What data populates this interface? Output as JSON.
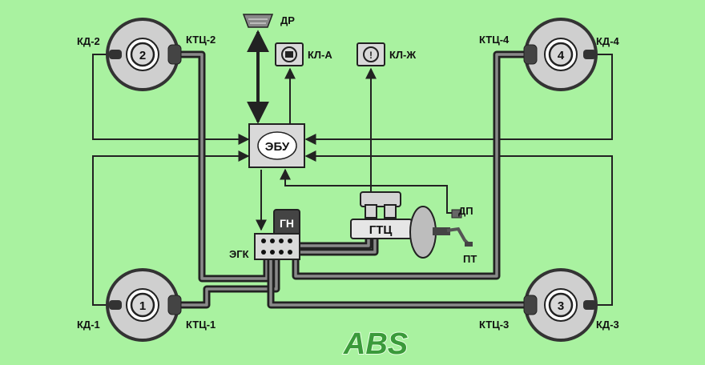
{
  "labels": {
    "kd1": "КД-1",
    "kd2": "КД-2",
    "kd3": "КД-3",
    "kd4": "КД-4",
    "ktc1": "КТЦ-1",
    "ktc2": "КТЦ-2",
    "ktc3": "КТЦ-3",
    "ktc4": "КТЦ-4",
    "dr": "ДР",
    "kla": "КЛ-А",
    "klzh": "КЛ-Ж",
    "ebu": "ЭБУ",
    "gn": "ГН",
    "gtc": "ГТЦ",
    "egk": "ЭГК",
    "dp": "ДП",
    "pt": "ПТ"
  },
  "wheels": {
    "w1": "1",
    "w2": "2",
    "w3": "3",
    "w4": "4"
  },
  "logo": {
    "text": "ABS"
  },
  "colors": {
    "background": "#a9f2a0",
    "logo_green": "#3a9a3a",
    "disc_gray": "#cfcfcf"
  }
}
